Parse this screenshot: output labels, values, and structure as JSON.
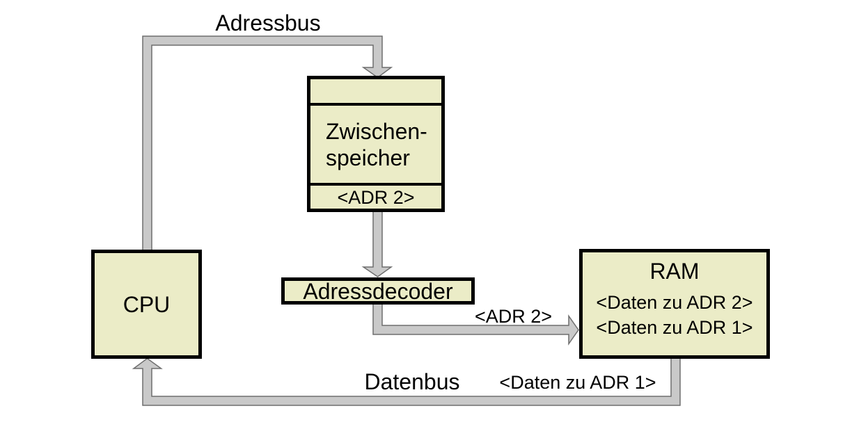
{
  "diagram": {
    "type": "block-diagram",
    "nodes": {
      "cpu": {
        "label": "CPU"
      },
      "zwischenspeicher": {
        "line1": "Zwischen-",
        "line2": "speicher",
        "slot": "<ADR 2>"
      },
      "adressdecoder": {
        "label": "Adressdecoder"
      },
      "ram": {
        "title": "RAM",
        "row1": "<Daten zu ADR 2>",
        "row2": "<Daten zu ADR 1>"
      }
    },
    "edges": [
      {
        "from": "cpu",
        "to": "zwischenspeicher",
        "label": "Adressbus"
      },
      {
        "from": "zwischenspeicher",
        "to": "adressdecoder",
        "label": ""
      },
      {
        "from": "adressdecoder",
        "to": "ram",
        "label": "<ADR 2>"
      },
      {
        "from": "ram",
        "to": "cpu",
        "label": "Datenbus",
        "label2": "<Daten zu ADR 1>"
      }
    ],
    "colors": {
      "node_fill": "#ebecc7",
      "node_border": "#000000",
      "bus_fill": "#c9c9c9",
      "bus_stroke": "#6e6e6e",
      "text": "#000000",
      "background": "#ffffff"
    }
  }
}
